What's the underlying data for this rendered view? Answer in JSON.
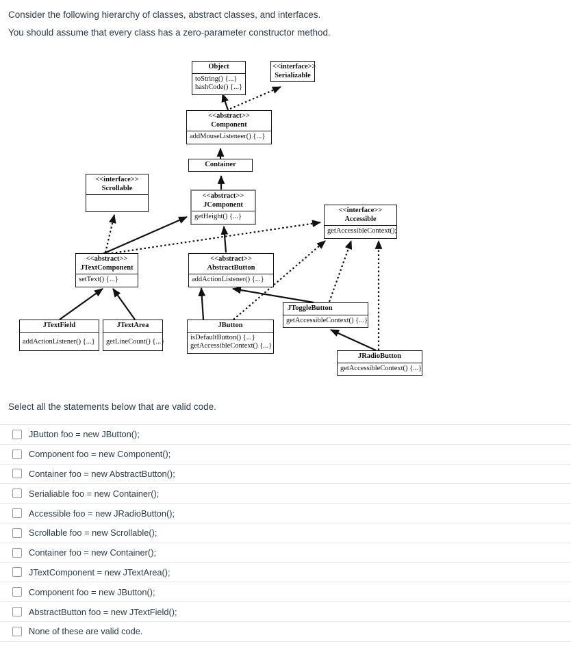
{
  "intro": {
    "line1": "Consider the following hierarchy of classes, abstract classes, and interfaces.",
    "line2": "You should assume that every class has a zero-parameter constructor method."
  },
  "question": "Select all the statements below that are valid code.",
  "diagram": {
    "classes": {
      "object": {
        "name": "Object",
        "methods": [
          "toString() {...}",
          "hashCode() {...}"
        ]
      },
      "serializable": {
        "stereotype": "<<interface>>",
        "name": "Serializable"
      },
      "component": {
        "stereotype": "<<abstract>>",
        "name": "Component",
        "methods": [
          "addMouseListeneer() {...}"
        ]
      },
      "container": {
        "name": "Container"
      },
      "scrollable": {
        "stereotype": "<<interface>>",
        "name": "Scrollable"
      },
      "jcomponent": {
        "stereotype": "<<abstract>>",
        "name": "JComponent",
        "methods": [
          "getHeight() {...}"
        ]
      },
      "accessible": {
        "stereotype": "<<interface>>",
        "name": "Accessible",
        "methods": [
          "getAccessibleContext();"
        ]
      },
      "jtextcomponent": {
        "stereotype": "<<abstract>>",
        "name": "JTextComponent",
        "methods": [
          "setText() {...}"
        ]
      },
      "abstractbutton": {
        "stereotype": "<<abstract>>",
        "name": "AbstractButton",
        "methods": [
          "addActionListener() {...}"
        ]
      },
      "jtogglebutton": {
        "name": "JToggleButton",
        "methods": [
          "getAccessibleContext() {...}"
        ]
      },
      "jtextfield": {
        "name": "JTextField",
        "methods": [
          "addActionListener() {...}"
        ]
      },
      "jtextarea": {
        "name": "JTextArea",
        "methods": [
          "getLineCount() {...}"
        ]
      },
      "jbutton": {
        "name": "JButton",
        "methods": [
          "isDefaultButton() {...}",
          "getAccessibleContext() {...}"
        ]
      },
      "jradiobutton": {
        "name": "JRadioButton",
        "methods": [
          "getAccessibleContext() {...}"
        ]
      }
    },
    "relations": [
      "Component extends Object",
      "Component implements Serializable",
      "Container extends Component",
      "JComponent extends Container",
      "JTextComponent extends JComponent",
      "JTextComponent implements Scrollable",
      "JTextComponent implements Accessible",
      "AbstractButton extends JComponent",
      "JTextField extends JTextComponent",
      "JTextArea extends JTextComponent",
      "JButton extends AbstractButton",
      "JButton implements Accessible",
      "JToggleButton extends AbstractButton",
      "JToggleButton implements Accessible",
      "JRadioButton extends JToggleButton",
      "JRadioButton implements Accessible"
    ]
  },
  "options": [
    {
      "label": "JButton foo = new JButton();",
      "checked": false
    },
    {
      "label": "Component foo = new Component();",
      "checked": false
    },
    {
      "label": "Container foo = new AbstractButton();",
      "checked": false
    },
    {
      "label": "Serialiable foo = new Container();",
      "checked": false
    },
    {
      "label": "Accessible foo = new JRadioButton();",
      "checked": false
    },
    {
      "label": "Scrollable foo = new Scrollable();",
      "checked": false
    },
    {
      "label": "Container foo = new Container();",
      "checked": false
    },
    {
      "label": "JTextComponent = new JTextArea();",
      "checked": false
    },
    {
      "label": "Component foo = new JButton();",
      "checked": false
    },
    {
      "label": "AbstractButton foo = new JTextField();",
      "checked": false
    },
    {
      "label": "None of these are valid code.",
      "checked": false
    }
  ],
  "colors": {
    "text": "#2d3b45",
    "divider": "#e7e7e7",
    "diagram_ink": "#111111"
  }
}
